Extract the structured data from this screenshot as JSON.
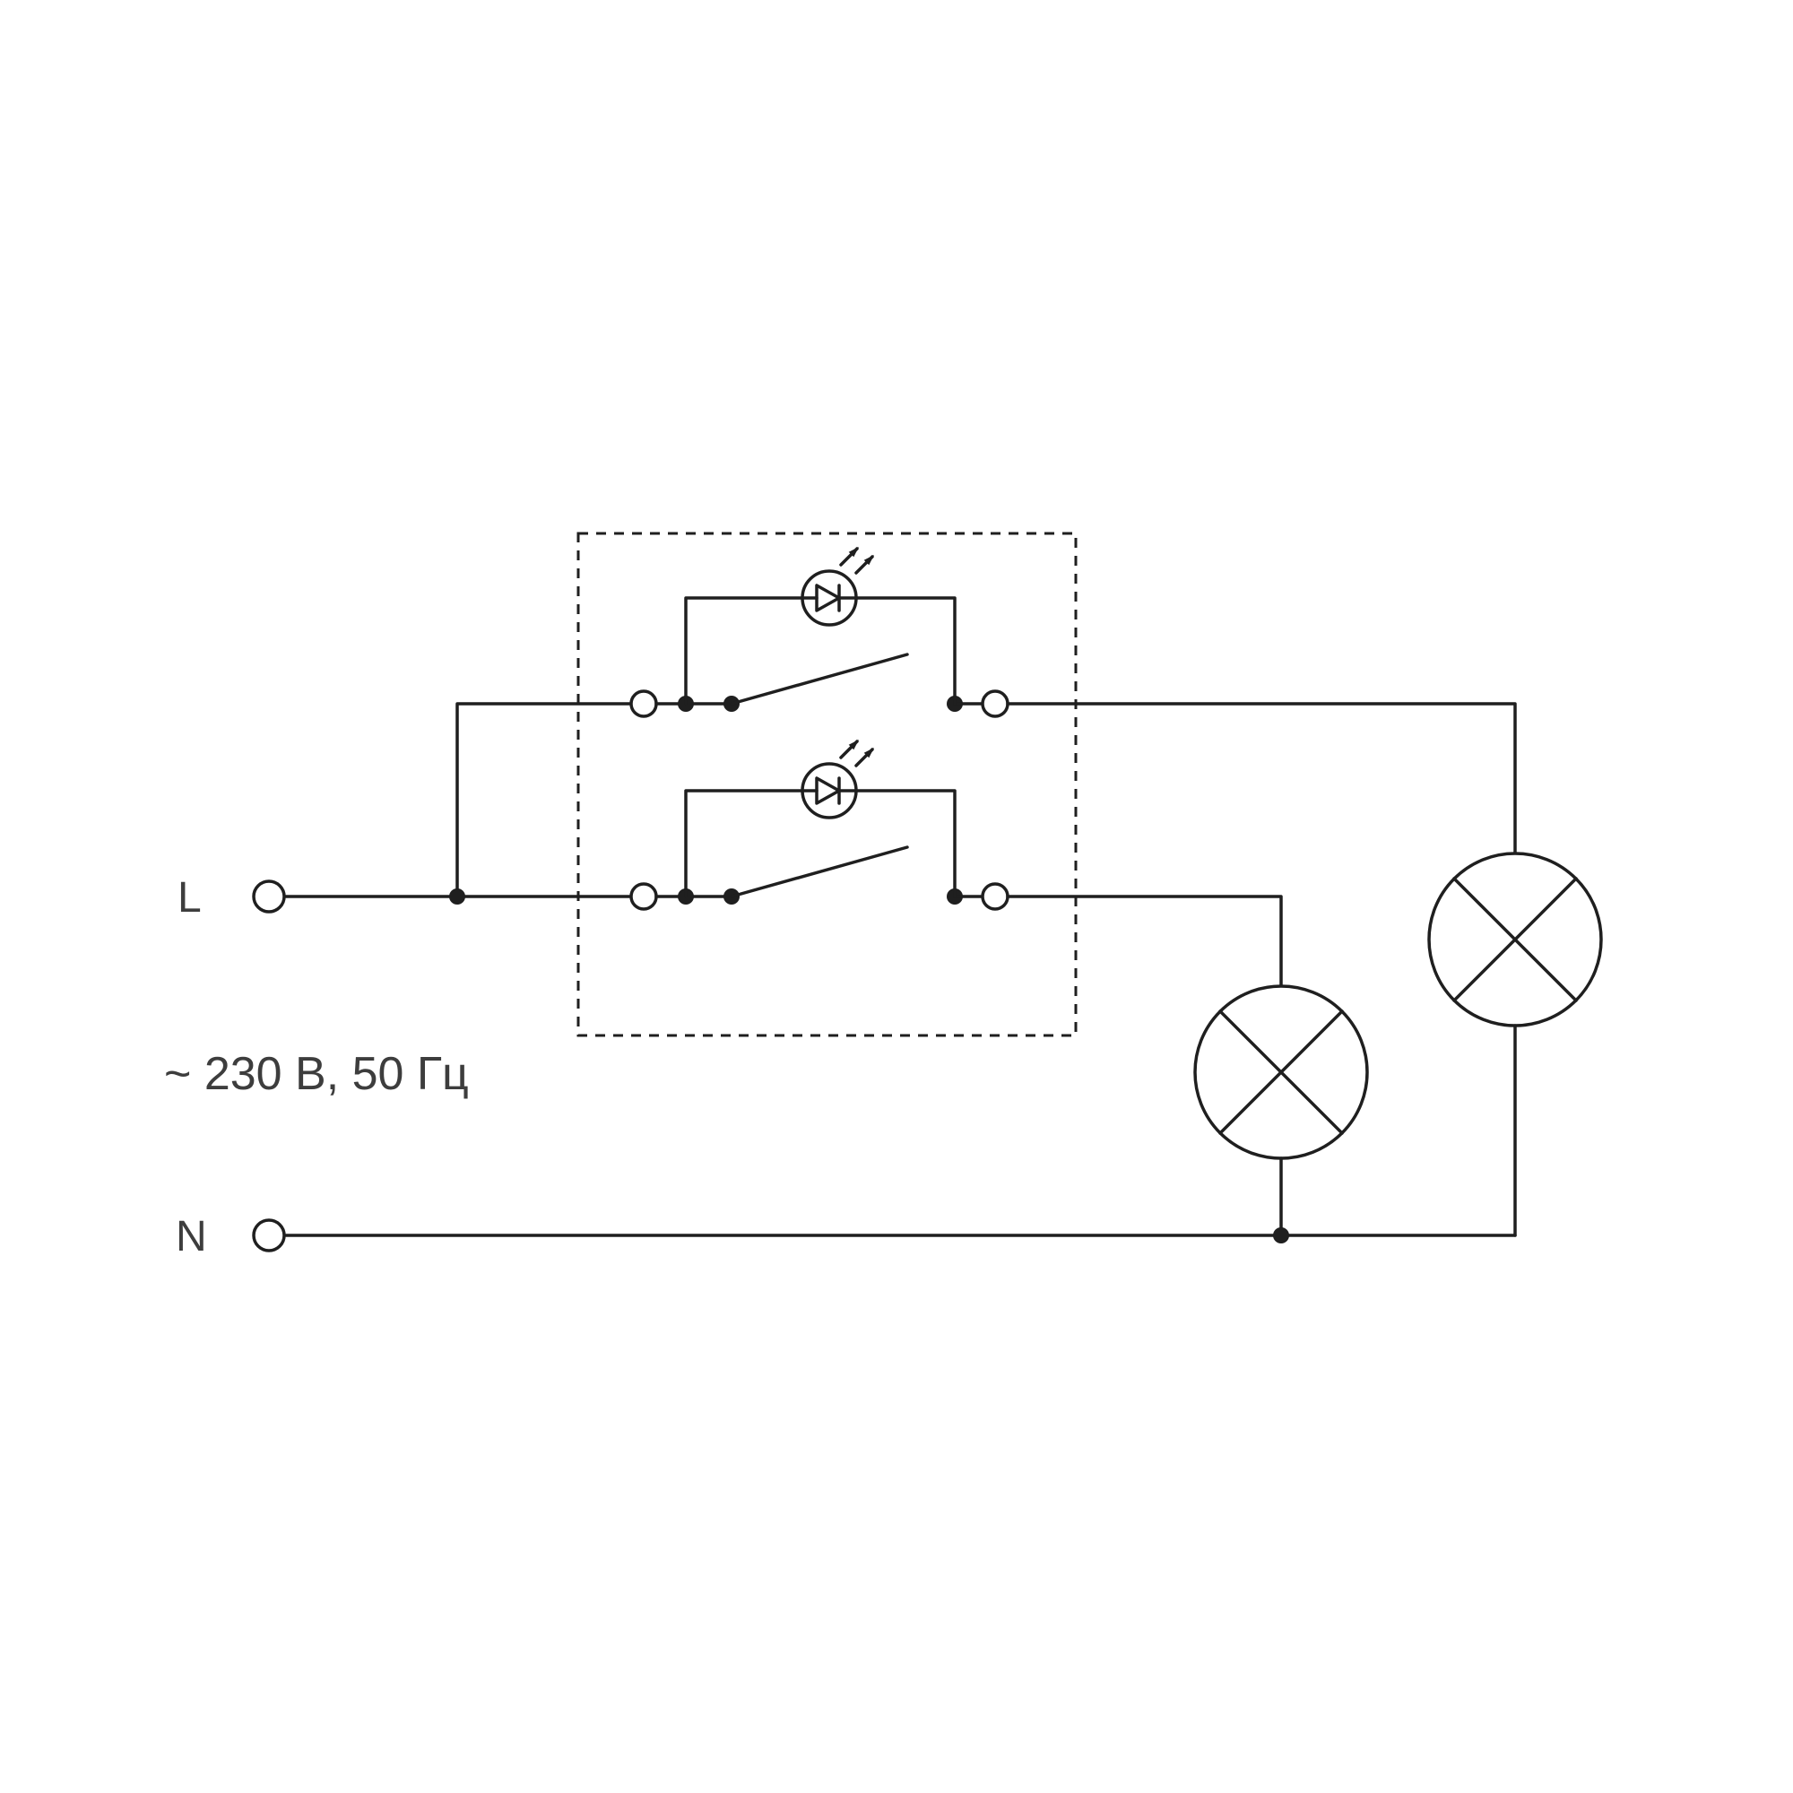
{
  "page": {
    "background": "#ffffff"
  },
  "diagram": {
    "type": "electrical-wiring-schematic",
    "labels": {
      "line": "L",
      "neutral": "N",
      "supply": "~ 230 В, 50 Гц"
    },
    "colors": {
      "stroke": "#1f1f1f",
      "text": "#3d3d3d",
      "background": "#ffffff"
    },
    "components": [
      {
        "id": "l-terminal",
        "symbol": "open-terminal-circle"
      },
      {
        "id": "n-terminal",
        "symbol": "open-terminal-circle"
      },
      {
        "id": "switch-enclosure",
        "symbol": "dashed-box"
      },
      {
        "id": "switch-1",
        "symbol": "single-pole-switch-open"
      },
      {
        "id": "led-1",
        "symbol": "led-indicator"
      },
      {
        "id": "switch-2",
        "symbol": "single-pole-switch-open"
      },
      {
        "id": "led-2",
        "symbol": "led-indicator"
      },
      {
        "id": "lamp-1",
        "symbol": "lamp-circle-cross"
      },
      {
        "id": "lamp-2",
        "symbol": "lamp-circle-cross"
      }
    ]
  }
}
